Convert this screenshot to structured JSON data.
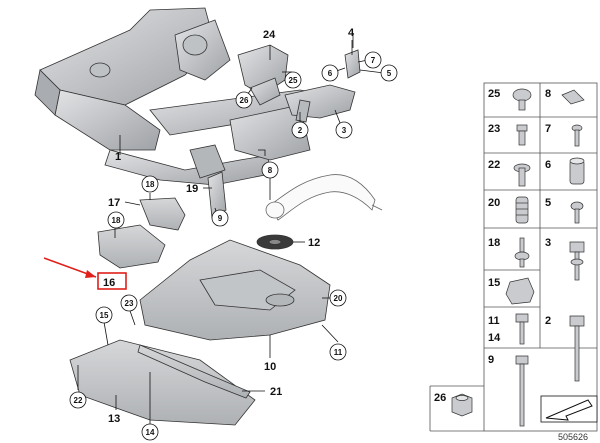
{
  "diagram": {
    "reference_number": "505626",
    "highlighted_part": "16",
    "callouts": {
      "c1": "1",
      "c2": "2",
      "c3": "3",
      "c4": "4",
      "c5": "5",
      "c6": "6",
      "c7": "7",
      "c8": "8",
      "c9": "9",
      "c10": "10",
      "c11": "11",
      "c12": "12",
      "c13": "13",
      "c14": "14",
      "c15": "15",
      "c16": "16",
      "c17": "17",
      "c18a": "18",
      "c18b": "18",
      "c19": "19",
      "c20": "20",
      "c21": "21",
      "c22": "22",
      "c23": "23",
      "c24": "24",
      "c25": "25",
      "c26": "26"
    },
    "table": {
      "r1": [
        "25",
        "8"
      ],
      "r2": [
        "23",
        "7"
      ],
      "r3": [
        "22",
        "6"
      ],
      "r4": [
        "20",
        "5"
      ],
      "r5": [
        "18",
        "3"
      ],
      "r6": [
        "15",
        ""
      ],
      "r7a": [
        "11",
        "2"
      ],
      "r7b": [
        "14",
        ""
      ],
      "r8": [
        "9",
        ""
      ],
      "r9": [
        "26",
        ""
      ]
    },
    "colors": {
      "highlight": "#e0201a",
      "part_fill": "#c9cbce",
      "part_stroke": "#3a3a3a",
      "line": "#111111"
    }
  }
}
